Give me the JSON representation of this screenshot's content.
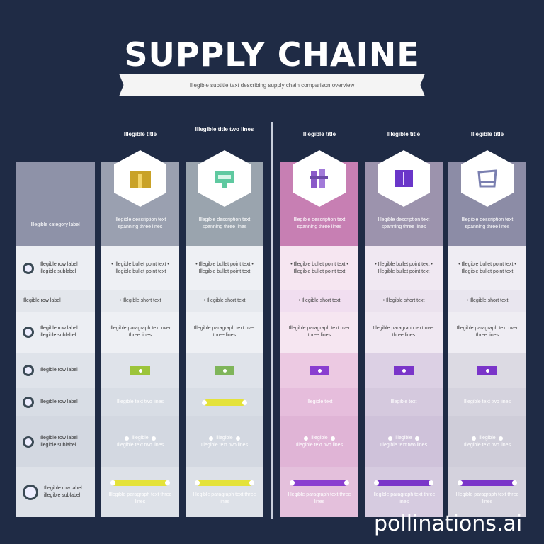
{
  "header": {
    "title": "SUPPLY CHAINE",
    "subtitle": "Illegible subtitle text describing supply chain comparison overview"
  },
  "colors": {
    "background": "#1f2b45",
    "label_col_header": "#8e92a8",
    "green_col_header": "#9aa4ae",
    "pink_col_header": "#c77fb3",
    "purple_col_header": "#9c93ad",
    "green_accent": "#9cc43a",
    "yellow_accent": "#e4e23a",
    "purple_accent": "#7a35c9"
  },
  "label_column": {
    "header": "Illegible category label",
    "rows": [
      {
        "icon": "circle-icon",
        "label": "Illegible row label",
        "sub": "illegible sublabel"
      },
      {
        "icon": "",
        "label": "Illegible row label",
        "sub": ""
      },
      {
        "icon": "circle-icon",
        "label": "Illegible row label",
        "sub": "illegible sublabel"
      },
      {
        "icon": "play-circle-icon",
        "label": "Illegible row label",
        "sub": ""
      },
      {
        "icon": "leaf-circle-icon",
        "label": "Illegible row label",
        "sub": ""
      },
      {
        "icon": "recycle-circle-icon",
        "label": "Illegible row label",
        "sub": "illegible sublabel"
      },
      {
        "icon": "globe-circle-icon",
        "label": "Illegible row label",
        "sub": "illegible sublabel"
      }
    ]
  },
  "columns": [
    {
      "title": "Illegible title",
      "icon": "warehouse-icon",
      "icon_color": "#c9a227",
      "theme": "green",
      "header_text": "Illegible description text spanning three lines",
      "r1": "• Illegible bullet point text • Illegible bullet point text",
      "r2": "• Illegible short text",
      "r3": "Illegible paragraph text over three lines",
      "r4_type": "badge",
      "r5_type": "text",
      "r5": "Illegible text two lines",
      "r6_pill": "illegible",
      "r6": "Illegible text two lines",
      "r7_type": "bar",
      "r7": "Illegible paragraph text three lines"
    },
    {
      "title": "Illegible title two lines",
      "icon": "truck-icon",
      "icon_color": "#5fc9a0",
      "theme": "green",
      "header_text": "Illegible description text spanning three lines",
      "r1": "• Illegible bullet point text • Illegible bullet point text",
      "r2": "• Illegible short text",
      "r3": "Illegible paragraph text over three lines",
      "r4_type": "badge",
      "r5_type": "bar",
      "r5": "",
      "r6_pill": "illegible",
      "r6": "Illegible text two lines",
      "r7_type": "bar",
      "r7": "Illegible paragraph text three lines"
    },
    {
      "title": "Illegible title",
      "icon": "factory-icon",
      "icon_color": "#8a5ac9",
      "theme": "pink",
      "header_text": "Illegible description text spanning three lines",
      "r1": "• Illegible bullet point text • Illegible bullet point text",
      "r2": "• Illegible short text",
      "r3": "Illegible paragraph text over three lines",
      "r4_type": "badge",
      "r5_type": "text",
      "r5": "Illegible text",
      "r6_pill": "illegible",
      "r6": "Illegible text two lines",
      "r7_type": "bar",
      "r7": "Illegible paragraph text three lines"
    },
    {
      "title": "Illegible title",
      "icon": "box-icon",
      "icon_color": "#6a36c9",
      "theme": "purple",
      "header_text": "Illegible description text spanning three lines",
      "r1": "• Illegible bullet point text • Illegible bullet point text",
      "r2": "• Illegible short text",
      "r3": "Illegible paragraph text over three lines",
      "r4_type": "badge",
      "r5_type": "text",
      "r5": "Illegible text",
      "r6_pill": "illegible",
      "r6": "Illegible text two lines",
      "r7_type": "bar",
      "r7": "Illegible paragraph text three lines"
    },
    {
      "title": "Illegible title",
      "icon": "store-icon",
      "icon_color": "#7a7fb0",
      "theme": "grey",
      "header_text": "Illegible description text spanning three lines",
      "r1": "• Illegible bullet point text • Illegible bullet point text",
      "r2": "• Illegible short text",
      "r3": "Illegible paragraph text over three lines",
      "r4_type": "badge",
      "r5_type": "text",
      "r5": "Illegible text two lines",
      "r6_pill": "illegible",
      "r6": "Illegible text two lines",
      "r7_type": "bar",
      "r7": "Illegible paragraph text three lines"
    }
  ],
  "watermark": "pollinations.ai"
}
